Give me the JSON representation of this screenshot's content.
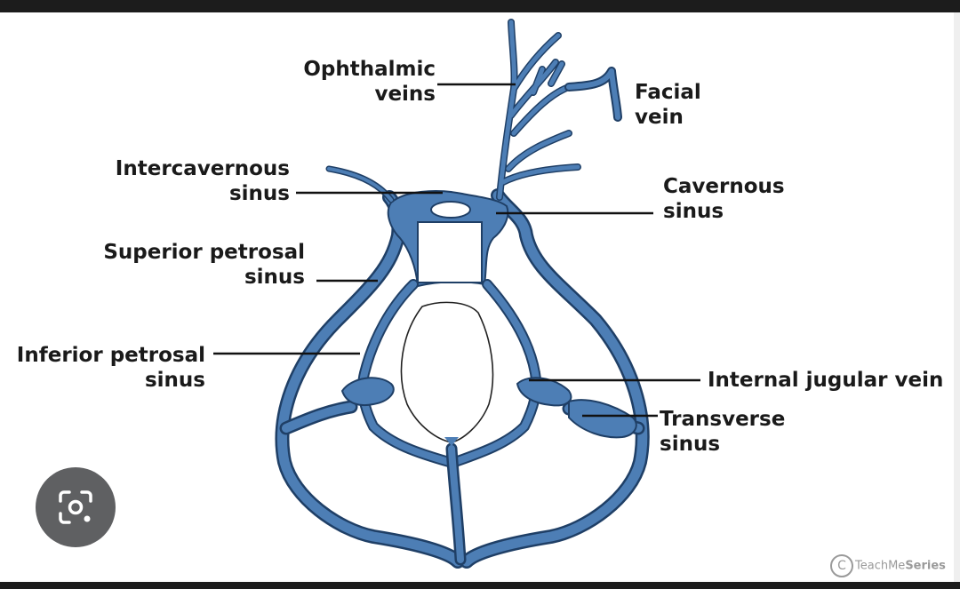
{
  "labels": {
    "ophthalmic": [
      "Ophthalmic",
      "veins"
    ],
    "facial": [
      "Facial",
      "vein"
    ],
    "intercavernous": [
      "Intercavernous",
      "sinus"
    ],
    "cavernous": [
      "Cavernous",
      "sinus"
    ],
    "superior_petrosal": [
      "Superior petrosal",
      "sinus"
    ],
    "inferior_petrosal": [
      "Inferior petrosal",
      "sinus"
    ],
    "internal_jugular": "Internal jugular vein",
    "transverse": [
      "Transverse",
      "sinus"
    ]
  },
  "watermark": {
    "symbol": "C",
    "part1": "Teach",
    "part2": "Me",
    "part3": "Series"
  },
  "colors": {
    "vein": "#4d7eb5",
    "outline": "#1f3f66",
    "leader": "#111111",
    "background": "#ffffff",
    "lens_button": "#5f6062"
  },
  "icons": {
    "lens_button": "camera-lens-icon"
  }
}
